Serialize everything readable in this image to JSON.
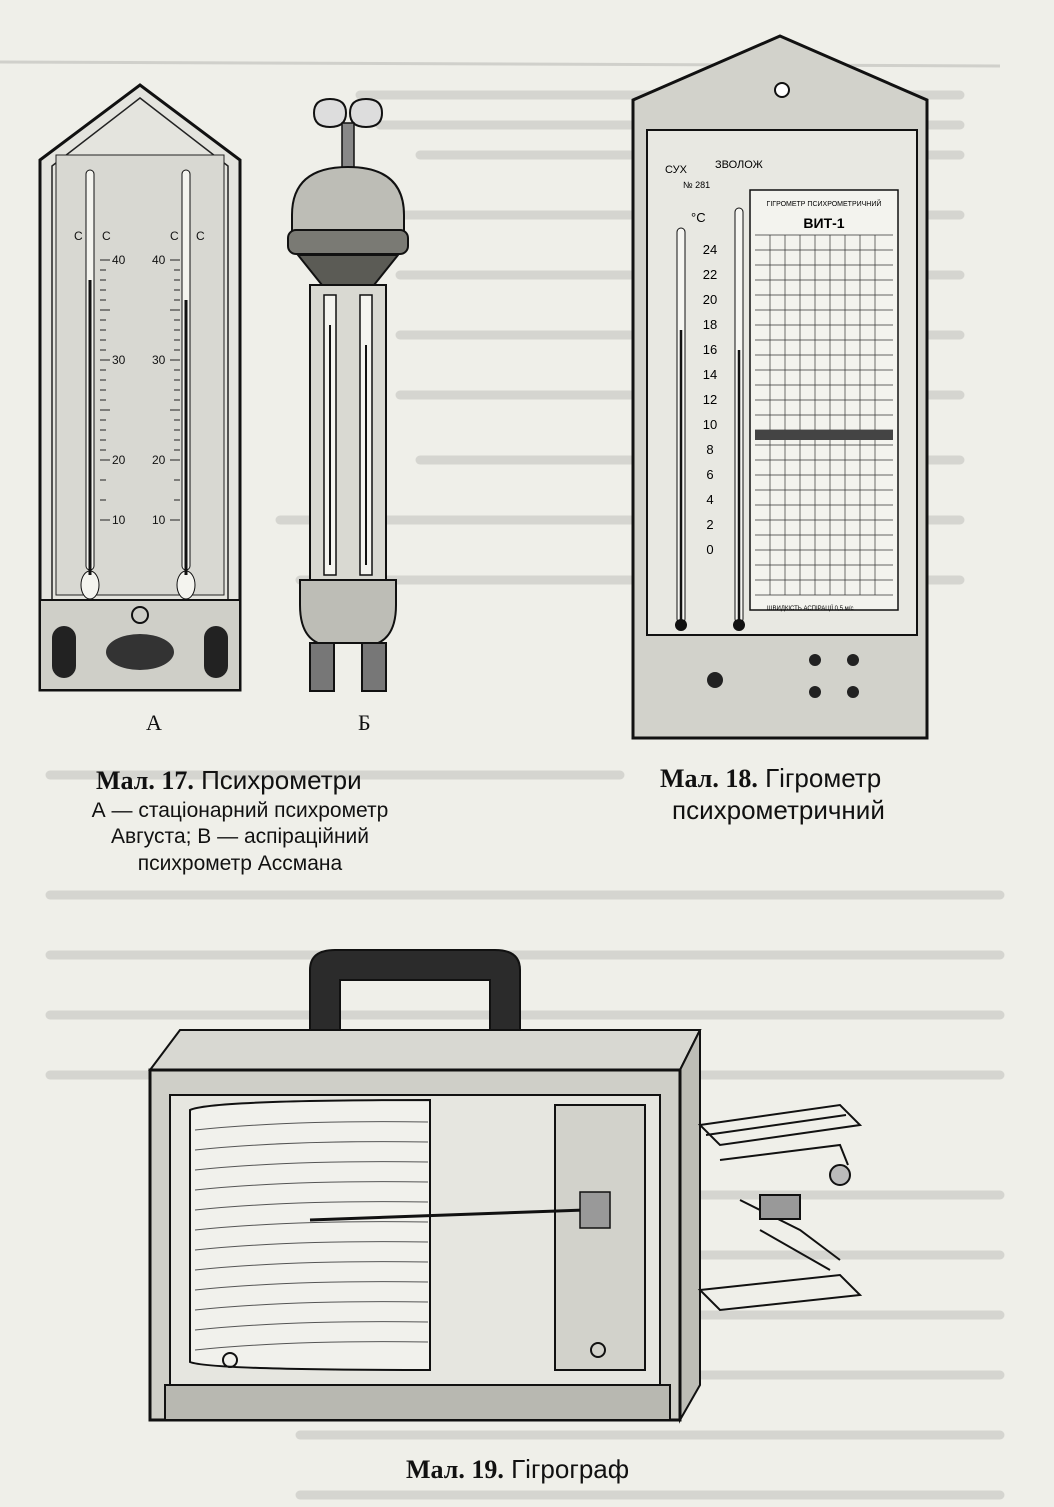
{
  "figure17": {
    "label": "Мал. 17.",
    "title": "Психрометри",
    "legend_line1": "А — стаціонарний психрометр",
    "legend_line2": "Августа; В — аспіраційний",
    "legend_line3": "психрометр Ассмана",
    "letter_a": "А",
    "letter_b": "Б",
    "scale_unit": "С",
    "scale_marks": [
      "40",
      "30",
      "20",
      "10"
    ]
  },
  "figure18": {
    "label": "Мал. 18.",
    "title": "Гігрометр",
    "title_line2": "психрометричний",
    "dry_label": "СУХ",
    "wet_label": "ЗВОЛОЖ",
    "serial": "№ 281",
    "unit": "°C",
    "scale": [
      "24",
      "22",
      "20",
      "18",
      "16",
      "14",
      "12",
      "10",
      "8",
      "6",
      "4",
      "2",
      "0"
    ],
    "plate_title": "ГІГРОМЕТР ПСИХРОМЕТРИЧНИЙ",
    "plate_model": "ВИТ-1",
    "footer": "ШВИДКІСТЬ АСПІРАЦІЇ 0,5 м/с"
  },
  "figure19": {
    "label": "Мал. 19.",
    "title": "Гігрограф"
  }
}
